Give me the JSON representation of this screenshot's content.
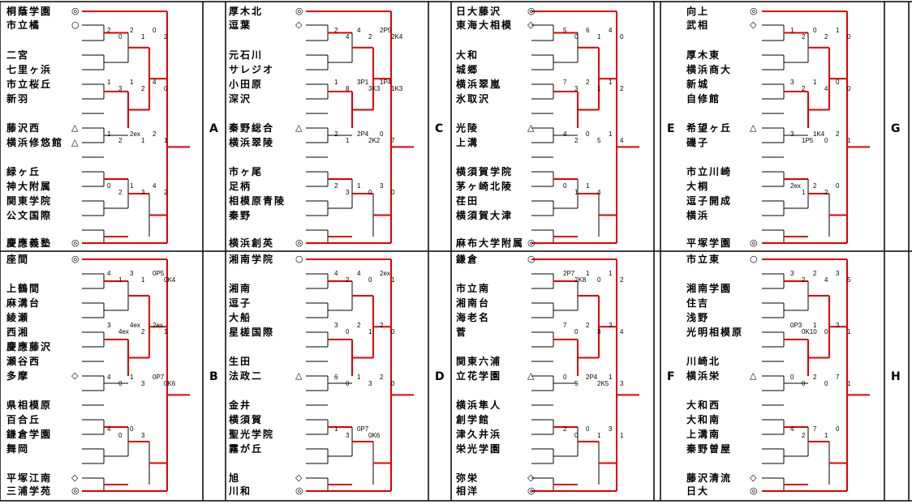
{
  "sections": [
    {
      "blocks": [
        "A",
        "B"
      ],
      "top": [
        "桐蔭学園",
        "市立橘",
        "",
        "二宮",
        "七里ヶ浜",
        "市立桜丘",
        "新羽",
        "",
        "藤沢西",
        "横浜修悠館",
        "",
        "緑ヶ丘",
        "神大附属",
        "関東学院",
        "公文国際",
        "",
        "慶應義塾"
      ],
      "bottom": [
        "座間",
        "",
        "上鶴間",
        "麻溝台",
        "綾瀬",
        "西湘",
        "慶應藤沢",
        "瀬谷西",
        "多摩",
        "",
        "県相模原",
        "百合丘",
        "鎌倉学園",
        "舞岡",
        "",
        "平塚江南",
        "三浦学苑"
      ]
    },
    {
      "blocks": [
        "C",
        "D"
      ],
      "top": [
        "厚木北",
        "逗葉",
        "",
        "元石川",
        "サレジオ",
        "小田原",
        "深沢",
        "",
        "秦野総合",
        "横浜翠陵",
        "",
        "市ヶ尾",
        "足柄",
        "相模原青陵",
        "秦野",
        "",
        "横浜創英"
      ],
      "bottom": [
        "湘南学院",
        "",
        "湘南",
        "逗子",
        "大船",
        "星槎国際",
        "",
        "生田",
        "法政二",
        "",
        "金井",
        "横須賀",
        "聖光学院",
        "霧が丘",
        "",
        "旭",
        "川和"
      ]
    },
    {
      "blocks": [
        "E",
        "F"
      ],
      "top": [
        "日大藤沢",
        "東海大相模",
        "",
        "大和",
        "城郷",
        "横浜翠嵐",
        "氷取沢",
        "",
        "光陵",
        "上溝",
        "",
        "横須賀学院",
        "茅ヶ崎北陵",
        "荏田",
        "横須賀大津",
        "",
        "麻布大学附属"
      ],
      "bottom": [
        "鎌倉",
        "",
        "市立南",
        "湘南台",
        "海老名",
        "菅",
        "",
        "関東六浦",
        "立花学園",
        "",
        "横浜隼人",
        "創学館",
        "津久井浜",
        "栄光学園",
        "",
        "弥栄",
        "相洋"
      ]
    },
    {
      "blocks": [
        "G",
        "H"
      ],
      "top": [
        "向上",
        "武相",
        "",
        "厚木東",
        "横浜商大",
        "新城",
        "自修館",
        "",
        "希望ヶ丘",
        "磯子",
        "",
        "市立川崎",
        "大桐",
        "逗子開成",
        "横浜",
        "",
        "平塚学園"
      ],
      "bottom": [
        "市立東",
        "",
        "湘南学園",
        "住吉",
        "浅野",
        "光明相模原",
        "",
        "川崎北",
        "横浜栄",
        "",
        "大和西",
        "大和南",
        "上溝南",
        "秦野曽屋",
        "",
        "藤沢清流",
        "日大"
      ]
    }
  ],
  "markers": {
    "seed1": "◎",
    "seed2": "○",
    "seed3": "◇",
    "seed4": "△"
  },
  "scores": {
    "section0_top": [
      "2",
      "0",
      "2",
      "1",
      "0",
      "2",
      "1",
      "3",
      "1",
      "2",
      "4",
      "0",
      "1",
      "2",
      "2ex",
      "1",
      "2",
      "1",
      "0",
      "2",
      "1",
      "3",
      "4",
      "2"
    ],
    "section0_bottom": [
      "4",
      "1",
      "3",
      "1",
      "0P5",
      "0K4",
      "3",
      "4ex",
      "4ex",
      "2",
      "2ex",
      "1",
      "4",
      "0",
      "1",
      "3",
      "0P7",
      "0K6",
      "4",
      "0",
      "0",
      "3"
    ],
    "section1_top": [
      "2",
      "4",
      "4",
      "2",
      "2P5",
      "2K4",
      "1",
      "8",
      "3P1",
      "3K3",
      "1P4",
      "1K3",
      "2",
      "1",
      "2P4",
      "2K2",
      "0",
      "7",
      "2",
      "3",
      "1",
      "0",
      "3",
      "0"
    ],
    "section1_bottom": [
      "4",
      "2",
      "4",
      "0",
      "2ex",
      "1",
      "3",
      "0",
      "2",
      "1",
      "2",
      "0",
      "6",
      "0",
      "1",
      "3",
      "2",
      "0",
      "1",
      "3",
      "0P7",
      "0K6"
    ],
    "section2_top": [
      "5",
      "0",
      "6",
      "1",
      "4",
      "0",
      "7",
      "3",
      "2",
      "1",
      "1",
      "2",
      "4",
      "2",
      "0",
      "5",
      "1",
      "4",
      "0",
      "1",
      "1",
      "4"
    ],
    "section2_bottom": [
      "2P7",
      "2K8",
      "1",
      "0",
      "1",
      "2",
      "7",
      "0",
      "2",
      "3",
      "3",
      "4",
      "0",
      "5",
      "2P4",
      "2K5",
      "1",
      "3",
      "2",
      "0",
      "0",
      "1",
      "3",
      "1"
    ],
    "section3_top": [
      "1",
      "2",
      "0",
      "2",
      "1",
      "0",
      "3",
      "2",
      "1",
      "4",
      "0",
      "0",
      "3",
      "1P5",
      "1K4",
      "0",
      "2",
      "1",
      "2ex",
      "1",
      "2",
      "2",
      "0"
    ],
    "section3_bottom": [
      "3",
      "2",
      "2",
      "4",
      "3",
      "5",
      "0P3",
      "0K10",
      "1",
      "0",
      "3",
      "1",
      "0",
      "0",
      "2",
      "0",
      "7",
      "1",
      "4",
      "2",
      "7",
      "1",
      "0"
    ]
  },
  "note_text": ""
}
